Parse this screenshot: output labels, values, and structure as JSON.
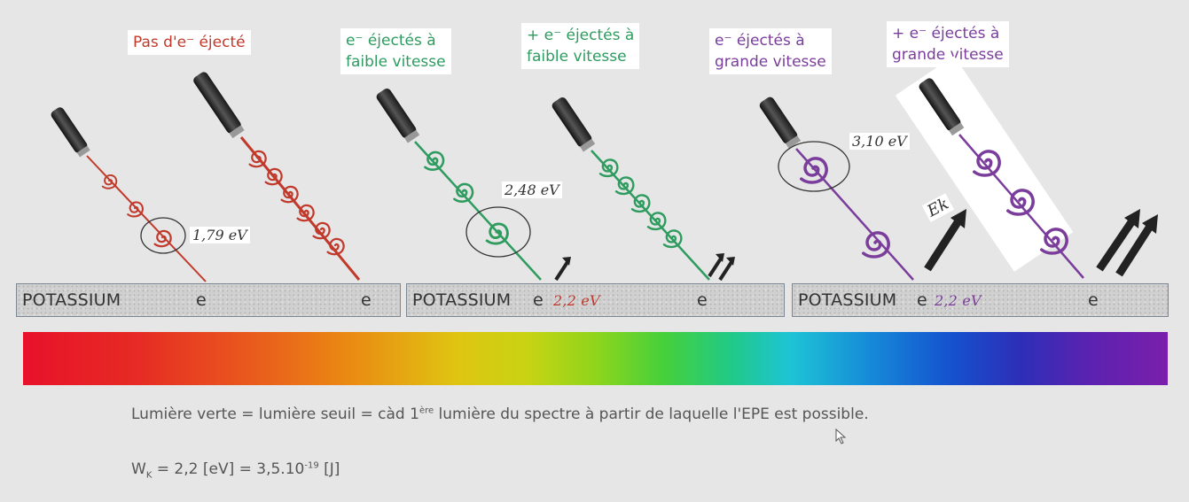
{
  "labels": {
    "none": "Pas d'e⁻ éjecté",
    "green_slow_1": "e⁻ éjectés à",
    "green_slow_2": "faible vitesse",
    "green_more_1": "+ e⁻ éjectés à",
    "green_more_2": "faible vitesse",
    "violet_fast_1": "e⁻ éjectés à",
    "violet_fast_2": "grande vitesse",
    "violet_more_1": "+ e⁻ éjectés à",
    "violet_more_2": "grande vitesse"
  },
  "plates": {
    "name": "POTASSIUM",
    "electron": "e"
  },
  "annotations": {
    "red_energy": "1,79 eV",
    "green_energy": "2,48 eV",
    "violet_energy": "3,10 eV",
    "green_work": "2,2 eV",
    "violet_work": "2,2 eV",
    "ek": "Ek"
  },
  "caption": {
    "line1_a": "Lumière verte = lumière seuil = càd 1",
    "line1_sup": "ère",
    "line1_b": " lumière du spectre à partir de laquelle l'EPE est possible.",
    "line2_a": "W",
    "line2_sub": "K",
    "line2_b": " = 2,2 [eV] = 3,5.10",
    "line2_sup": "-19",
    "line2_c": " [J]"
  },
  "colors": {
    "red": "#c0392b",
    "green": "#2e9b5f",
    "violet": "#7a3d9b",
    "background": "#e6e6e6"
  }
}
